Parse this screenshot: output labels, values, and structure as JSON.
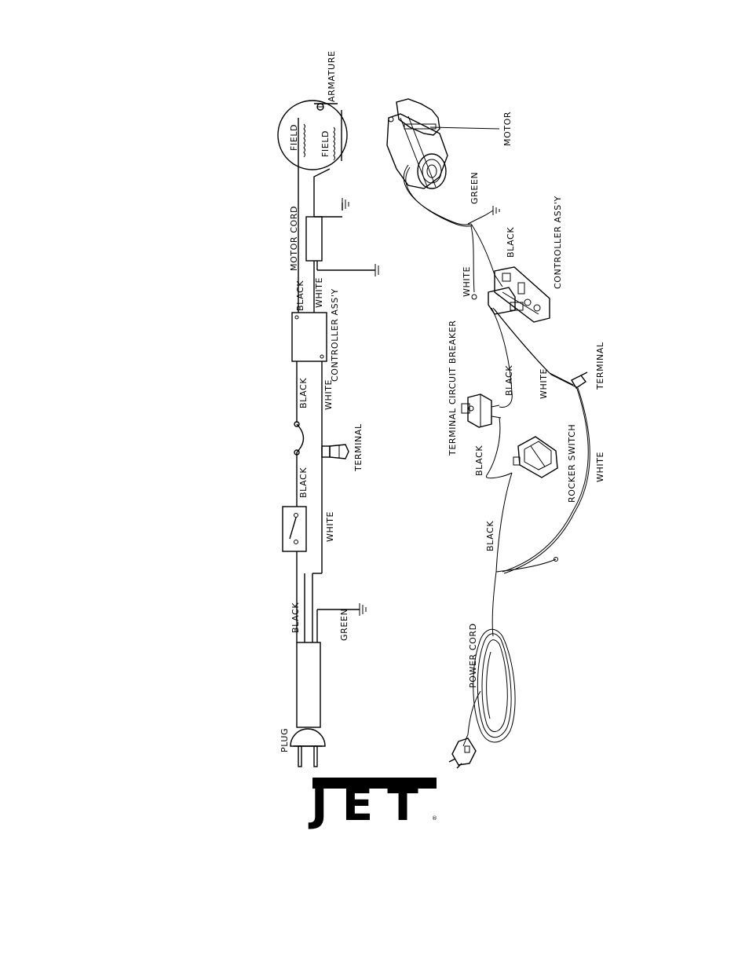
{
  "schematic": {
    "field_top": "FIELD",
    "field_bottom": "FIELD",
    "armature": "ARMATURE",
    "motor_cord": "MOTOR CORD",
    "black_1": "BLACK",
    "white_1": "WHITE",
    "controller": "CONTROLLER ASS'Y",
    "black_2": "BLACK",
    "white_2": "WHITE",
    "terminal": "TERMINAL",
    "black_3": "BLACK",
    "white_3": "WHITE",
    "black_4": "BLACK",
    "green": "GREEN",
    "plug": "PLUG"
  },
  "pictorial": {
    "motor": "MOTOR",
    "green": "GREEN",
    "black_1": "BLACK",
    "controller": "CONTROLLER ASS'Y",
    "white_1": "WHITE",
    "circuit_breaker": "TERMINAL CIRCUIT BREAKER",
    "black_2": "BLACK",
    "white_2": "WHITE",
    "terminal": "TERMINAL",
    "black_3": "BLACK",
    "rocker_switch": "ROCKER SWITCH",
    "white_3": "WHITE",
    "black_4": "BLACK",
    "power_cord": "POWER CORD"
  },
  "logo": {
    "text": "JET",
    "registered": "®"
  }
}
